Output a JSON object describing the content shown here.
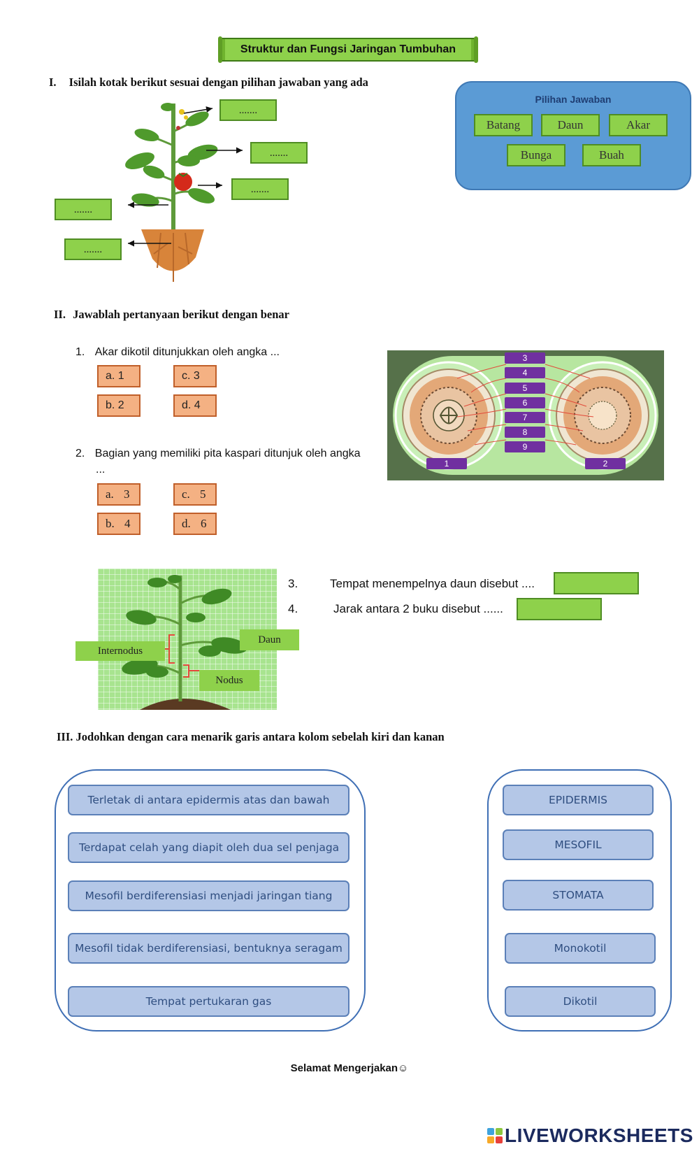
{
  "title": "Struktur dan Fungsi Jaringan Tumbuhan",
  "section1": {
    "heading_num": "I.",
    "heading": "Isilah kotak berikut sesuai dengan pilihan jawaban yang ada",
    "blank": ".......",
    "options_title": "Pilihan Jawaban",
    "options": [
      "Batang",
      "Daun",
      "Akar",
      "Bunga",
      "Buah"
    ]
  },
  "section2": {
    "heading_num": "II.",
    "heading": "Jawablah pertanyaan berikut dengan benar",
    "q1": {
      "num": "1.",
      "text": "Akar dikotil ditunjukkan oleh angka ...",
      "options": [
        "a. 1",
        "c. 3",
        "b. 2",
        "d. 4"
      ]
    },
    "q2": {
      "num": "2.",
      "text": "Bagian yang memiliki pita kaspari ditunjuk oleh angka",
      "text2": "...",
      "options": [
        "a.  3",
        "c.  5",
        "b.  4",
        "d.  6"
      ]
    },
    "diagram_labels": [
      "3",
      "4",
      "5",
      "6",
      "7",
      "8",
      "9",
      "1",
      "2"
    ],
    "q3": {
      "num": "3.",
      "text": "Tempat menempelnya daun disebut ...."
    },
    "q4": {
      "num": "4.",
      "text": "Jarak antara 2 buku disebut ......"
    },
    "plant_labels": {
      "internodus": "Internodus",
      "daun": "Daun",
      "nodus": "Nodus"
    }
  },
  "section3": {
    "heading": "III. Jodohkan dengan cara menarik garis antara kolom sebelah kiri dan kanan",
    "left": [
      "Terletak di antara epidermis atas dan bawah",
      "Terdapat celah yang diapit oleh dua sel penjaga",
      "Mesofil berdiferensiasi menjadi jaringan tiang",
      "Mesofil tidak berdiferensiasi, bentuknya seragam",
      "Tempat pertukaran gas"
    ],
    "right": [
      "EPIDERMIS",
      "MESOFIL",
      "STOMATA",
      "Monokotil",
      "Dikotil"
    ]
  },
  "footer": "Selamat Mengerjakan☺",
  "brand": "LIVEWORKSHEETS",
  "colors": {
    "green_box": "#8ed14b",
    "orange_box": "#f4b183",
    "blue_panel": "#5b9bd5",
    "match_box": "#b4c7e7"
  }
}
